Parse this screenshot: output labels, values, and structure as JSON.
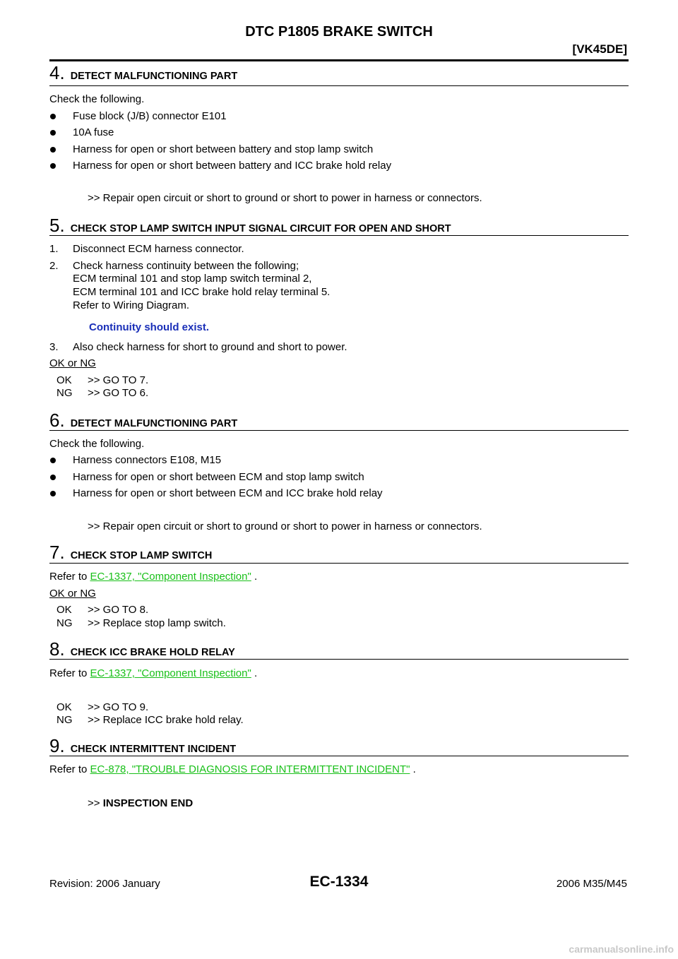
{
  "header": {
    "title": "DTC P1805 BRAKE SWITCH",
    "model": "[VK45DE]"
  },
  "step4": {
    "num": "4.",
    "title": "DETECT MALFUNCTIONING PART",
    "intro": "Check the following.",
    "bullets": [
      "Fuse block (J/B) connector E101",
      "10A fuse",
      "Harness for open or short between battery and stop lamp switch",
      "Harness for open or short between battery and ICC brake hold relay"
    ],
    "action": ">> Repair open circuit or short to ground or short to power in harness or connectors."
  },
  "step5": {
    "num": "5.",
    "title": "CHECK STOP LAMP SWITCH INPUT SIGNAL CIRCUIT FOR OPEN AND SHORT",
    "items": [
      {
        "n": "1.",
        "lines": [
          "Disconnect ECM harness connector."
        ]
      },
      {
        "n": "2.",
        "lines": [
          "Check harness continuity between the following;",
          "ECM terminal 101 and stop lamp switch terminal 2,",
          "ECM terminal 101 and ICC brake hold relay terminal 5.",
          "Refer to Wiring Diagram."
        ]
      },
      {
        "n": "3.",
        "lines": [
          "Also check harness for short to ground and short to power."
        ]
      }
    ],
    "spec": "Continuity should exist.",
    "okng": "OK or NG",
    "results": [
      {
        "k": "OK",
        "v": ">> GO TO 7."
      },
      {
        "k": "NG",
        "v": ">> GO TO 6."
      }
    ]
  },
  "step6": {
    "num": "6.",
    "title": "DETECT MALFUNCTIONING PART",
    "intro": "Check the following.",
    "bullets": [
      "Harness connectors E108, M15",
      "Harness for open or short between ECM and stop lamp switch",
      "Harness for open or short between ECM and ICC brake hold relay"
    ],
    "action": ">> Repair open circuit or short to ground or short to power in harness or connectors."
  },
  "step7": {
    "num": "7.",
    "title": "CHECK STOP LAMP SWITCH",
    "refer_prefix": "Refer to ",
    "link": "EC-1337, \"Component Inspection\"",
    "refer_suffix": " .",
    "okng": "OK or NG",
    "results": [
      {
        "k": "OK",
        "v": ">> GO TO 8."
      },
      {
        "k": "NG",
        "v": ">> Replace stop lamp switch."
      }
    ]
  },
  "step8": {
    "num": "8.",
    "title": "CHECK ICC BRAKE HOLD RELAY",
    "refer_prefix": "Refer to ",
    "link": "EC-1337, \"Component Inspection\"",
    "refer_suffix": " .",
    "results": [
      {
        "k": "OK",
        "v": ">> GO TO 9."
      },
      {
        "k": "NG",
        "v": ">> Replace ICC brake hold relay."
      }
    ]
  },
  "step9": {
    "num": "9.",
    "title": "CHECK INTERMITTENT INCIDENT",
    "refer_prefix": "Refer to ",
    "link": "EC-878, \"TROUBLE DIAGNOSIS FOR INTERMITTENT INCIDENT\"",
    "refer_suffix": " .",
    "end_prefix": ">> ",
    "end_text": "INSPECTION END"
  },
  "footer": {
    "revision": "Revision: 2006 January",
    "page": "EC-1334",
    "model": "2006 M35/M45"
  },
  "watermark": "carmanualsonline.info"
}
